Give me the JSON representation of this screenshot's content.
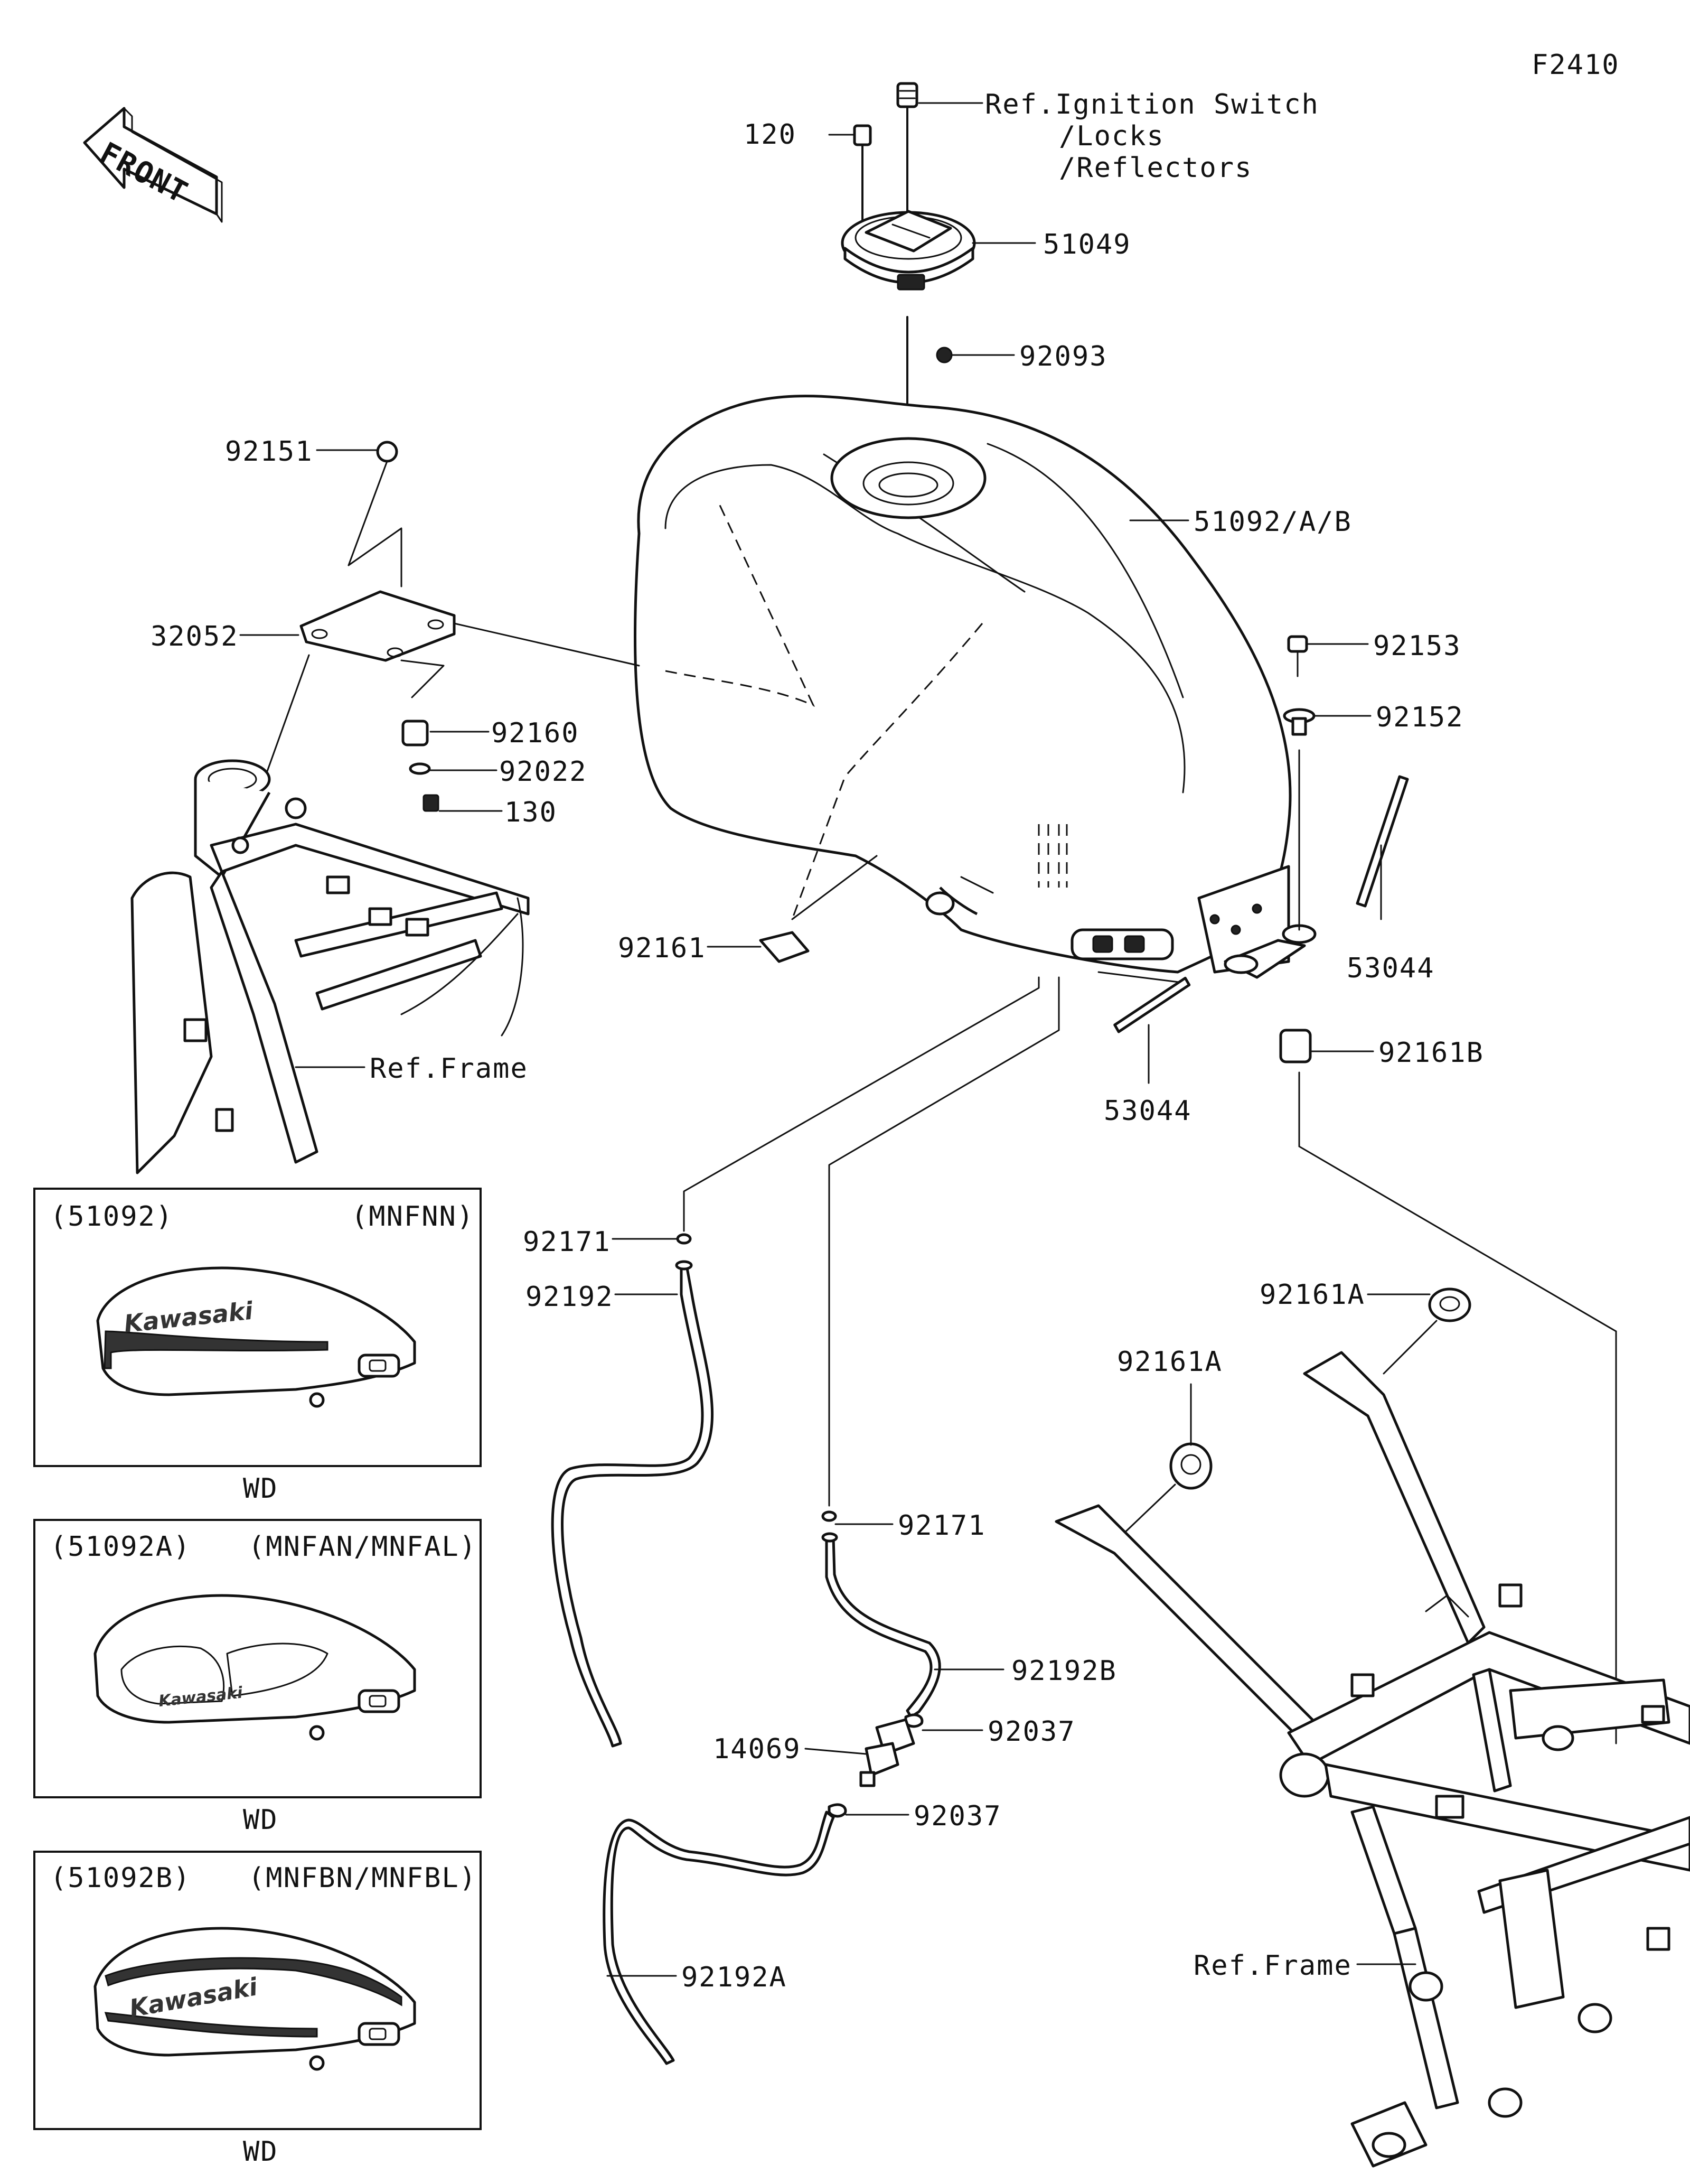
{
  "diagram_code": "F2410",
  "front_label": "FRONT",
  "labels": {
    "ref_ignition": [
      "Ref.Ignition Switch",
      "/Locks",
      "/Reflectors"
    ],
    "p120": "120",
    "p51049": "51049",
    "p92093": "92093",
    "p92151": "92151",
    "p32052": "32052",
    "p92160": "92160",
    "p92022": "92022",
    "p130": "130",
    "p51092": "51092/A/B",
    "p92153": "92153",
    "p92152": "92152",
    "p92161": "92161",
    "p53044_right": "53044",
    "p53044_mid": "53044",
    "p92161B": "92161B",
    "ref_frame_top": "Ref.Frame",
    "p92171_a": "92171",
    "p92192": "92192",
    "p92171_b": "92171",
    "p92192B": "92192B",
    "p92037_a": "92037",
    "p14069": "14069",
    "p92037_b": "92037",
    "p92192A": "92192A",
    "p92161A_a": "92161A",
    "p92161A_b": "92161A",
    "ref_frame_bottom": "Ref.Frame"
  },
  "variants": [
    {
      "part": "(51092)",
      "codes": "(MNFNN)",
      "color": "WD",
      "logo": "Kawasaki"
    },
    {
      "part": "(51092A)",
      "codes": "(MNFAN/MNFAL)",
      "color": "WD",
      "logo": "Kawasaki"
    },
    {
      "part": "(51092B)",
      "codes": "(MNFBN/MNFBL)",
      "color": "WD",
      "logo": "Kawasaki"
    }
  ]
}
